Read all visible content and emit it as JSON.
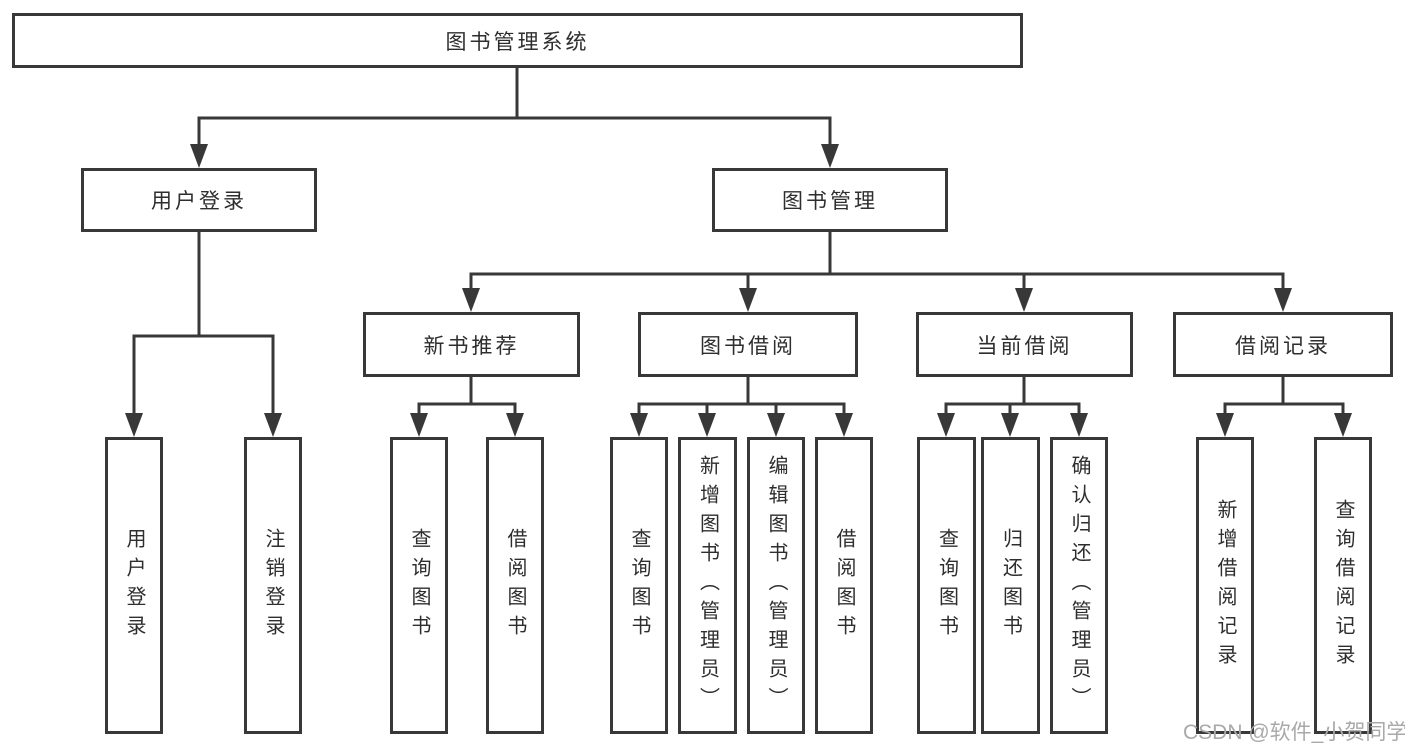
{
  "theme": {
    "line-color": "#383838",
    "text-color": "#2e2e2e",
    "box-bg": "#ffffff",
    "watermark-color": "#a9a9a9",
    "page-bg": "#ffffff"
  },
  "watermark": {
    "text": "CSDN @软件_小贺同学"
  },
  "tree": {
    "root": {
      "label": "图书管理系统",
      "children": [
        {
          "label": "用户登录",
          "children": [
            {
              "label": "用户登录"
            },
            {
              "label": "注销登录"
            }
          ]
        },
        {
          "label": "图书管理",
          "children": [
            {
              "label": "新书推荐",
              "children": [
                {
                  "label": "查询图书"
                },
                {
                  "label": "借阅图书"
                }
              ]
            },
            {
              "label": "图书借阅",
              "children": [
                {
                  "label": "查询图书"
                },
                {
                  "label": "新增图书（管理员）"
                },
                {
                  "label": "编辑图书（管理员）"
                },
                {
                  "label": "借阅图书"
                }
              ]
            },
            {
              "label": "当前借阅",
              "children": [
                {
                  "label": "查询图书"
                },
                {
                  "label": "归还图书"
                },
                {
                  "label": "确认归还（管理员）"
                }
              ]
            },
            {
              "label": "借阅记录",
              "children": [
                {
                  "label": "新增借阅记录"
                },
                {
                  "label": "查询借阅记录"
                }
              ]
            }
          ]
        }
      ]
    }
  }
}
